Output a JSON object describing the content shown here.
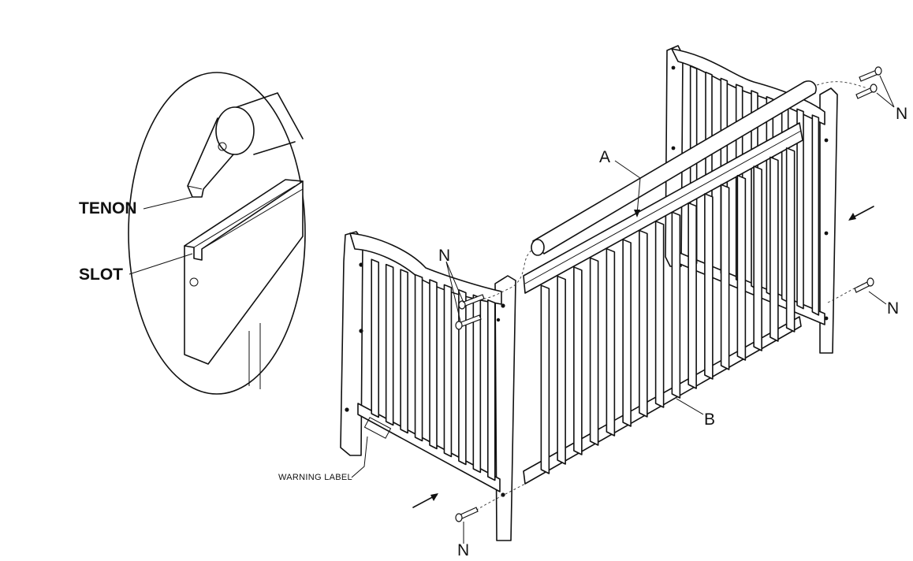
{
  "detail": {
    "tenon_label": "TENON",
    "slot_label": "SLOT"
  },
  "callouts": {
    "part_a": "A",
    "part_b": "B",
    "hardware_n": "N",
    "warning_label": "WARNING LABEL"
  }
}
